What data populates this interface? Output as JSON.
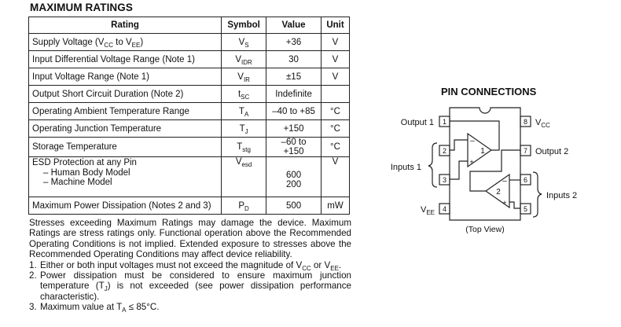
{
  "title": "MAXIMUM RATINGS",
  "table": {
    "headers": [
      "Rating",
      "Symbol",
      "Value",
      "Unit"
    ],
    "rows": [
      {
        "rating": "Supply Voltage (VCC to VEE)",
        "rating_parts": [
          "Supply Voltage (V",
          "CC",
          " to V",
          "EE",
          ")"
        ],
        "symbol": "V",
        "symbol_sub": "S",
        "value": "+36",
        "unit": "V"
      },
      {
        "rating": "Input Differential Voltage Range (Note 1)",
        "symbol": "V",
        "symbol_sub": "IDR",
        "value": "30",
        "unit": "V"
      },
      {
        "rating": "Input Voltage Range (Note 1)",
        "symbol": "V",
        "symbol_sub": "IR",
        "value": "±15",
        "unit": "V"
      },
      {
        "rating": "Output Short Circuit Duration (Note 2)",
        "symbol": "t",
        "symbol_sub": "SC",
        "value": "Indefinite",
        "unit": ""
      },
      {
        "rating": "Operating Ambient Temperature Range",
        "symbol": "T",
        "symbol_sub": "A",
        "value": "–40 to +85",
        "unit": "°C"
      },
      {
        "rating": "Operating Junction Temperature",
        "symbol": "T",
        "symbol_sub": "J",
        "value": "+150",
        "unit": "°C"
      },
      {
        "rating": "Storage Temperature",
        "symbol": "T",
        "symbol_sub": "stg",
        "value": "–60 to +150",
        "unit": "°C"
      },
      {
        "rating": "ESD Protection at any Pin",
        "sub_items": [
          "– Human Body Model",
          "– Machine Model"
        ],
        "symbol": "V",
        "symbol_sub": "esd",
        "values": [
          "600",
          "200"
        ],
        "unit": "V"
      },
      {
        "rating": "Maximum Power Dissipation (Notes 2 and 3)",
        "symbol": "P",
        "symbol_sub": "D",
        "value": "500",
        "unit": "mW"
      }
    ]
  },
  "notes": {
    "intro": "Stresses exceeding Maximum Ratings may damage the device. Maximum Ratings are stress ratings only. Functional operation above the Recommended Operating Conditions is not implied. Extended exposure to stresses above the Recommended Operating Conditions may affect device reliability.",
    "items": [
      {
        "num": "1.",
        "parts": [
          "Either or both input voltages must not exceed the magnitude of V",
          "CC",
          " or V",
          "EE",
          "."
        ]
      },
      {
        "num": "2.",
        "parts": [
          "Power dissipation must be considered to ensure maximum junction temperature (T",
          "J",
          ") is not exceeded (see power dissipation performance characteristic)."
        ]
      },
      {
        "num": "3.",
        "parts": [
          "Maximum value at T",
          "A",
          " ≤ 85°C."
        ]
      }
    ]
  },
  "pin_connections": {
    "title": "PIN CONNECTIONS",
    "caption": "(Top View)",
    "pins": [
      {
        "num": "1",
        "label": "Output 1"
      },
      {
        "num": "2",
        "label": ""
      },
      {
        "num": "3",
        "label": ""
      },
      {
        "num": "4",
        "label": "VEE",
        "label_main": "V",
        "label_sub": "EE"
      },
      {
        "num": "5",
        "label": ""
      },
      {
        "num": "6",
        "label": ""
      },
      {
        "num": "7",
        "label": "Output 2"
      },
      {
        "num": "8",
        "label": "VCC",
        "label_main": "V",
        "label_sub": "CC"
      }
    ],
    "group_labels": {
      "inputs1": "Inputs 1",
      "inputs2": "Inputs 2"
    },
    "amps": [
      {
        "id": "1",
        "minus": "–",
        "plus": "+"
      },
      {
        "id": "2",
        "minus": "–",
        "plus": "+"
      }
    ]
  }
}
